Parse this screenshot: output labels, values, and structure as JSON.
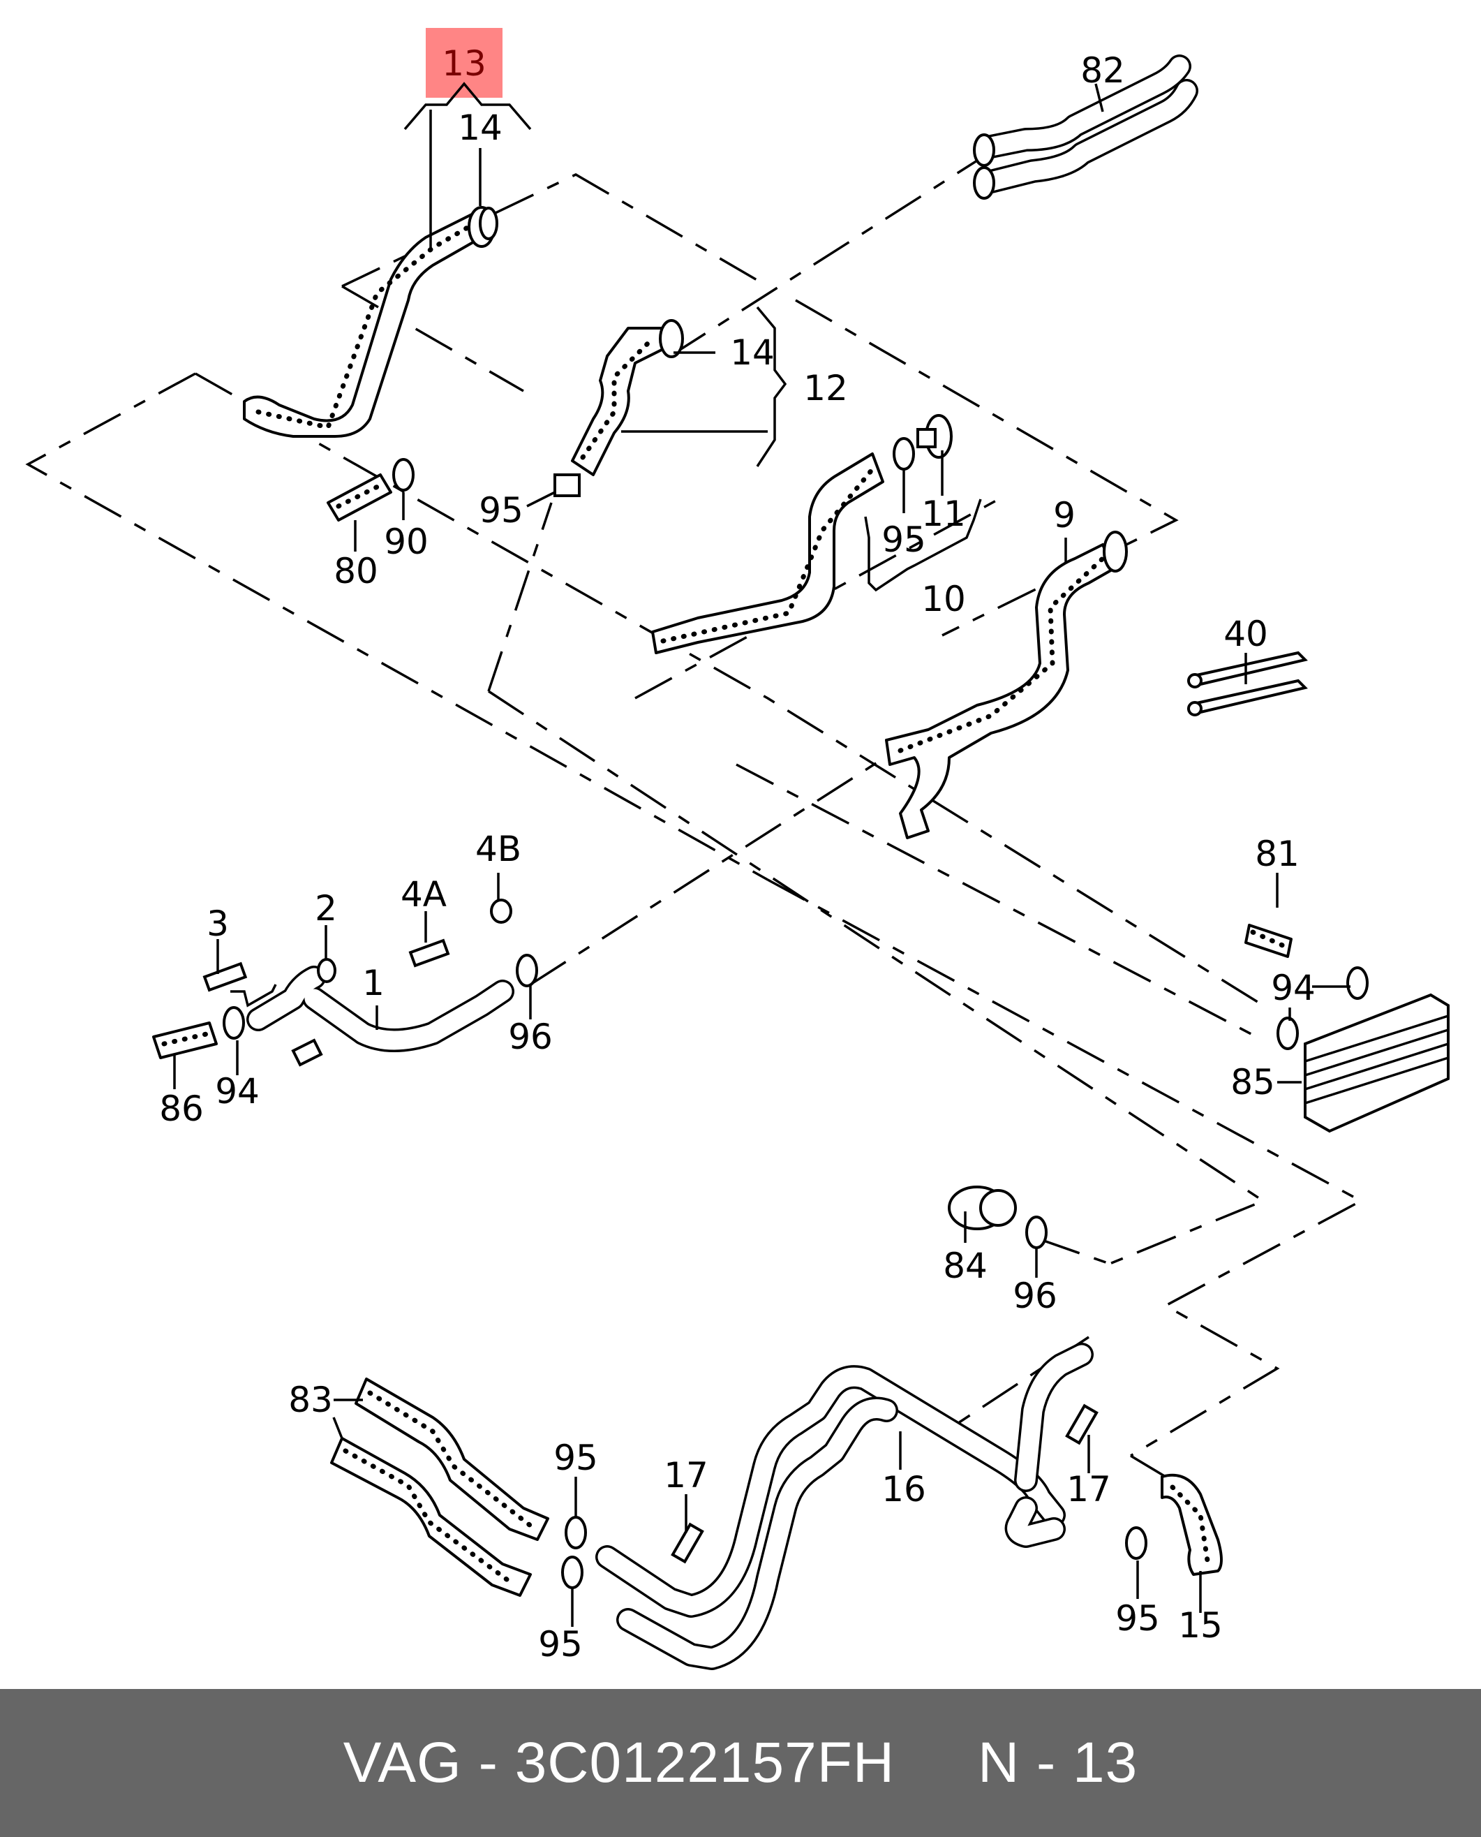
{
  "diagram": {
    "title": "Coolant hoses and pipes exploded view",
    "highlighted_label": "13",
    "highlight_color": "#ff8585",
    "labels": {
      "l13": "13",
      "l14a": "14",
      "l82": "82",
      "l14b": "14",
      "l12": "12",
      "l95a": "95",
      "l80": "80",
      "l90": "90",
      "l11": "11",
      "l95b": "95",
      "l10": "10",
      "l9": "9",
      "l40": "40",
      "l3": "3",
      "l2": "2",
      "l4a": "4A",
      "l4b": "4B",
      "l1": "1",
      "l96a": "96",
      "l86": "86",
      "l94a": "94",
      "l81": "81",
      "l94b": "94",
      "l85": "85",
      "l84": "84",
      "l96b": "96",
      "l83": "83",
      "l95c": "95",
      "l17a": "17",
      "l16": "16",
      "l17b": "17",
      "l95d": "95",
      "l95e": "95",
      "l15": "15"
    }
  },
  "footer": {
    "brand": "VAG",
    "part_number": "3C0122157FH",
    "text": "VAG - 3C0122157FH     N - 13"
  }
}
